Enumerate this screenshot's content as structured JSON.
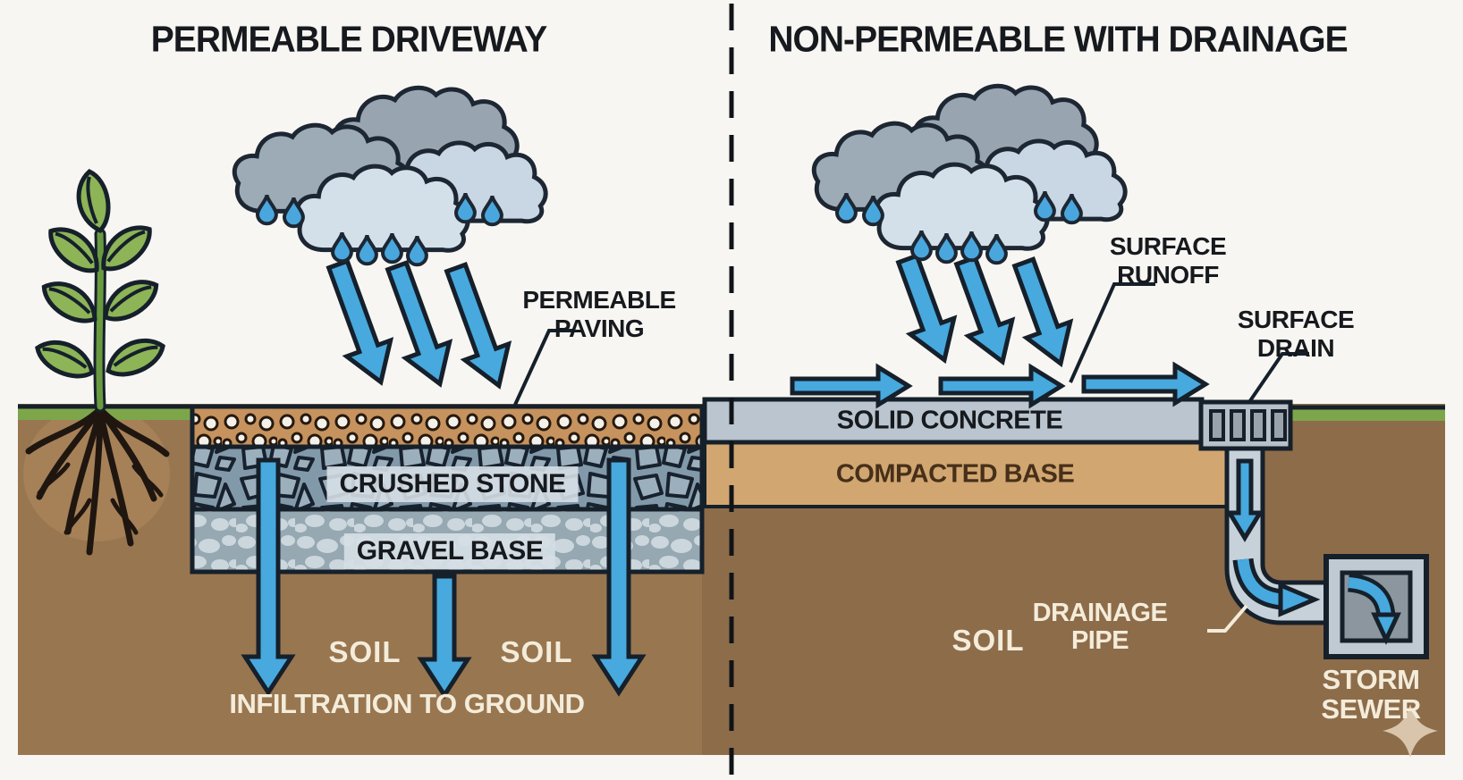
{
  "left_panel": {
    "title": "PERMEABLE DRIVEWAY",
    "paving_label": {
      "line1": "PERMEABLE",
      "line2": "PAVING"
    },
    "crushed_stone_label": "CRUSHED STONE",
    "gravel_base_label": "GRAVEL BASE",
    "soil_label_1": "SOIL",
    "soil_label_2": "SOIL",
    "infiltration_label": "INFILTRATION TO GROUND"
  },
  "right_panel": {
    "title": "NON-PERMEABLE WITH DRAINAGE",
    "surface_runoff": {
      "line1": "SURFACE",
      "line2": "RUNOFF"
    },
    "surface_drain": {
      "line1": "SURFACE",
      "line2": "DRAIN"
    },
    "solid_concrete_label": "SOLID CONCRETE",
    "compacted_base_label": "COMPACTED BASE",
    "soil_label": "SOIL",
    "drainage_pipe": {
      "line1": "DRAINAGE",
      "line2": "PIPE"
    },
    "storm_sewer": {
      "line1": "STORM",
      "line2": "SEWER"
    }
  },
  "icons": {
    "rain_cloud": "rain-cloud-icon",
    "raindrop": "raindrop-icon",
    "rain_arrow": "rain-arrow-icon",
    "runoff_arrow": "runoff-arrow-icon",
    "infiltration_arrow": "infiltration-arrow-icon",
    "plant": "plant-with-roots-icon",
    "surface_drain": "surface-drain-grate-icon",
    "drainage_pipe": "drainage-pipe-icon",
    "storm_sewer": "storm-sewer-box-icon",
    "sparkle": "sparkle-watermark-icon"
  },
  "colors": {
    "water_blue": "#47a9de",
    "outline_dark": "#15202b",
    "soil_brown": "#927049",
    "grass_green": "#7da64b",
    "paving_tan": "#c6925e",
    "crushed_stone_gray": "#8299aa",
    "gravel_gray": "#96a8b2",
    "concrete_gray": "#bac5cf",
    "compacted_base_tan": "#d2a670",
    "cloud_dark": "#98a4b0",
    "cloud_light": "#d3dfe9",
    "label_cream": "#f4ecda"
  }
}
